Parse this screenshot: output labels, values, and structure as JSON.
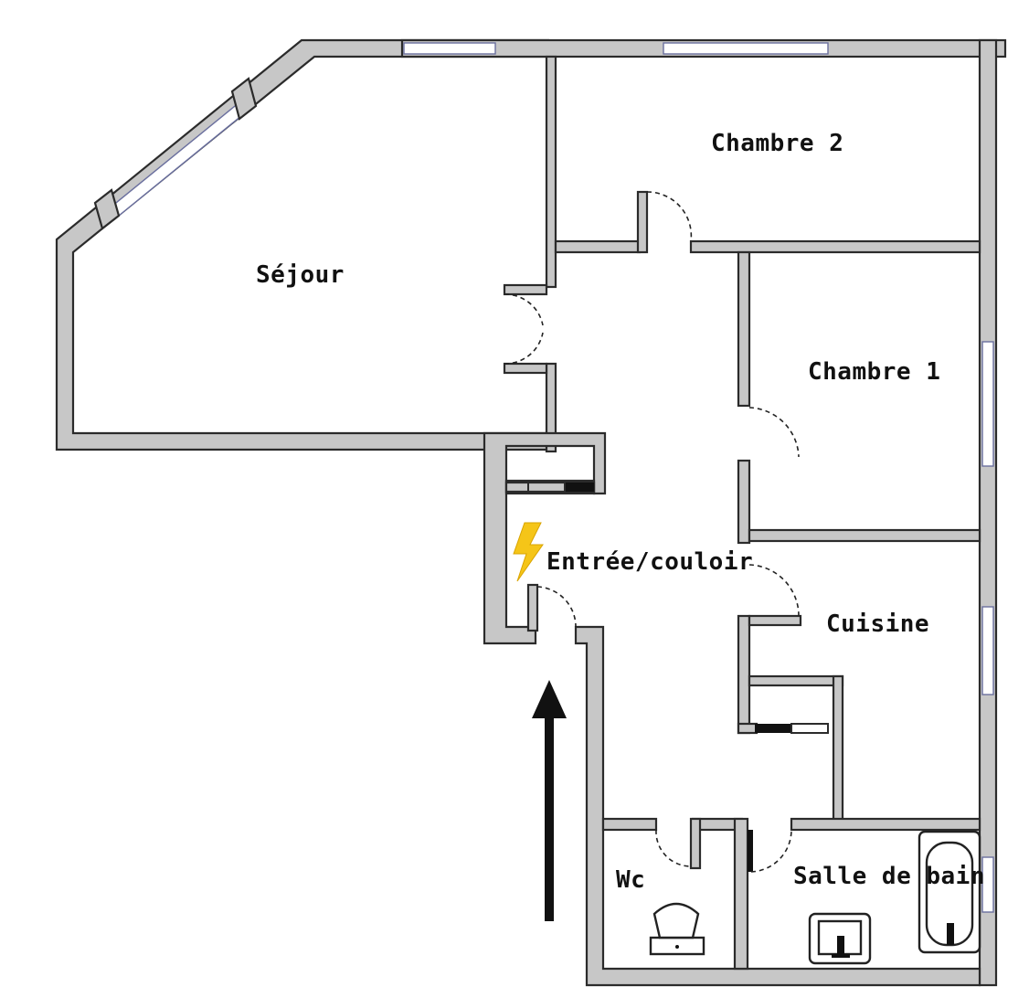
{
  "rooms": {
    "sejour": "Séjour",
    "chambre2": "Chambre 2",
    "chambre1": "Chambre 1",
    "entree": "Entrée/couloir",
    "cuisine": "Cuisine",
    "wc": "Wc",
    "salle_de_bain": "Salle de bain"
  },
  "colors": {
    "wall_fill": "#c7c7c7",
    "wall_line": "#2b2b2b",
    "window_line": "#6a6f9e",
    "electric_icon": "#f5c518",
    "arrow": "#111111"
  },
  "icons": {
    "electric_panel": "lightning-bolt-icon",
    "entrance_arrow": "arrow-up-icon"
  }
}
